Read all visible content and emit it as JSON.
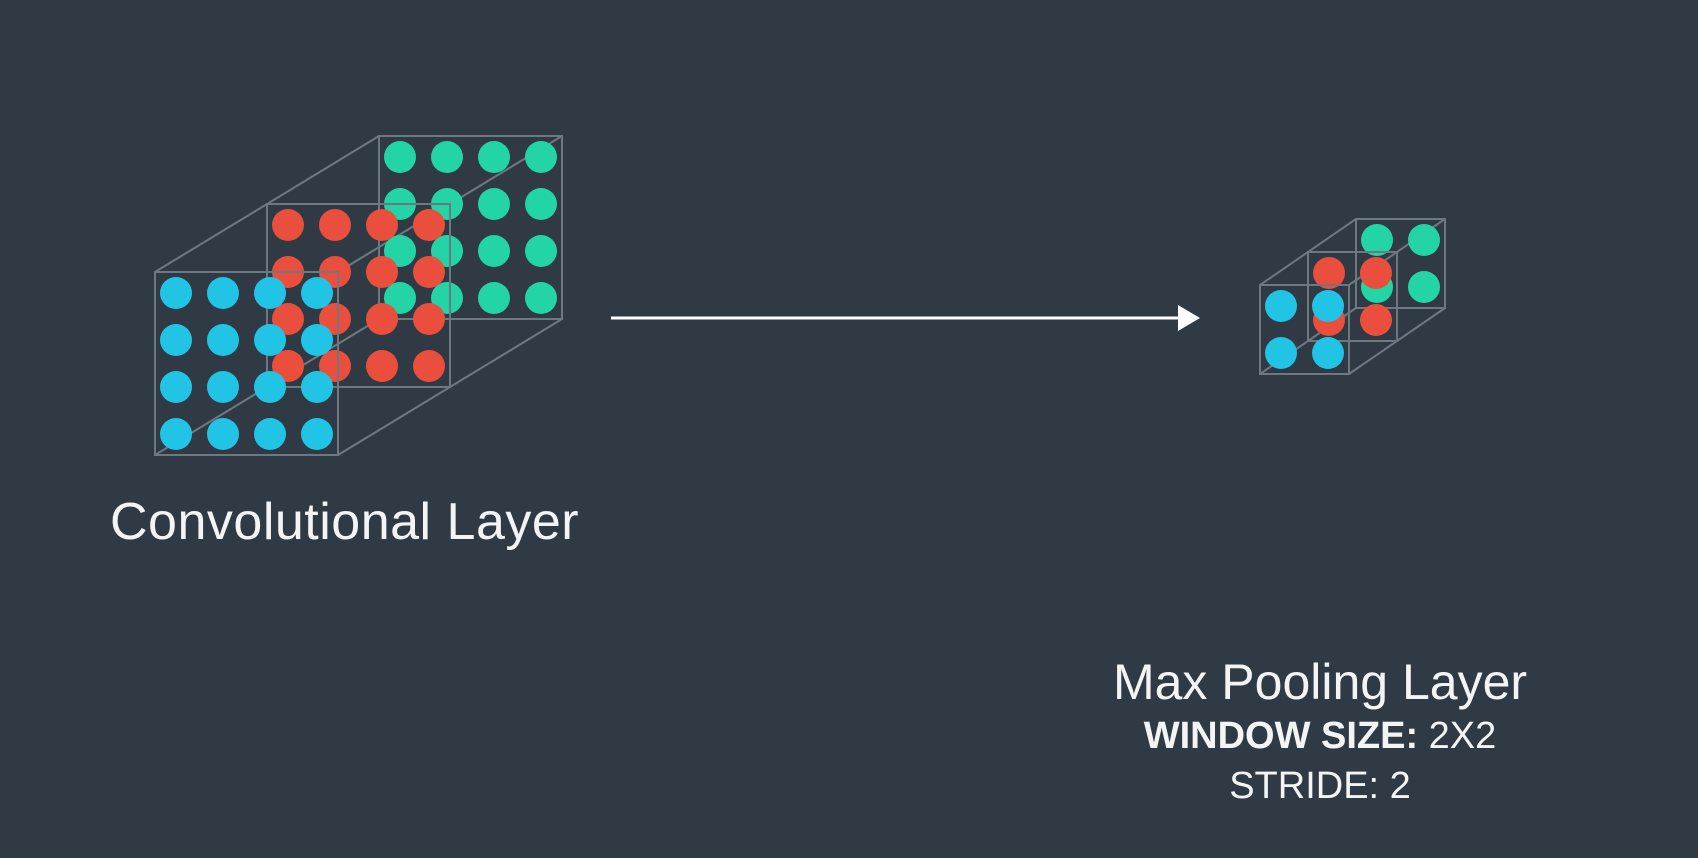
{
  "colors": {
    "background": "#303a45",
    "cube_edge": "#6f7780",
    "channel_1": "#22c4e6",
    "channel_2": "#ea4e3c",
    "channel_3": "#22d4a6",
    "arrow": "#ffffff"
  },
  "convolutional_layer": {
    "label": "Convolutional Layer",
    "grid_size": 4,
    "channels": 3
  },
  "max_pooling_layer": {
    "label": "Max Pooling Layer",
    "window_size_key": "WINDOW SIZE:",
    "window_size_value": "2X2",
    "stride_key": "STRIDE:",
    "stride_value": "2",
    "grid_size": 2,
    "channels": 3
  }
}
